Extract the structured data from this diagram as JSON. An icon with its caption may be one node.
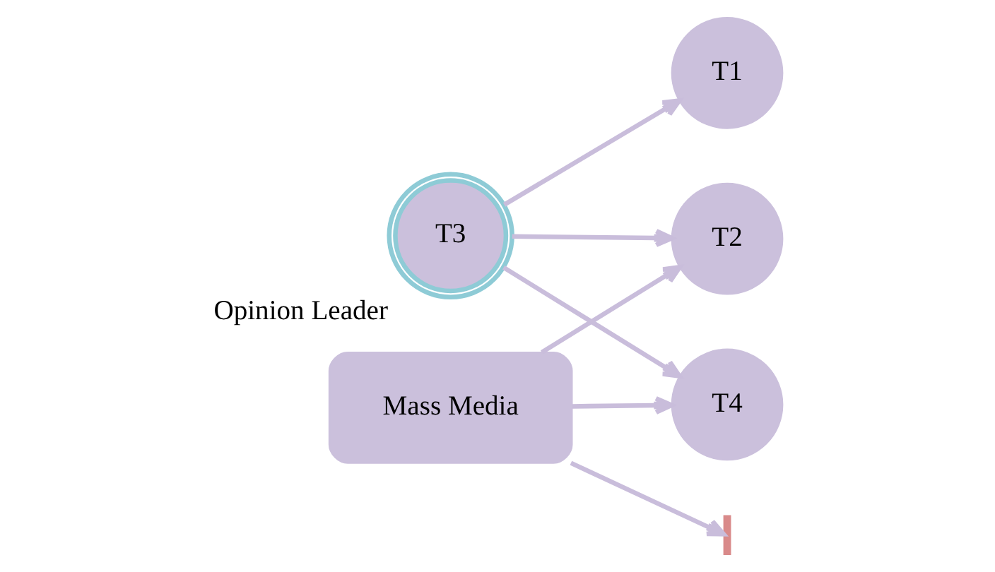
{
  "diagram": {
    "nodes": [
      {
        "text": [
          "Mass Media"
        ]
      },
      {
        "text": [
          "T1"
        ]
      },
      {
        "text": [
          "T2"
        ]
      },
      {
        "text": [
          "T3"
        ],
        "beside": [
          "Opinion Leader"
        ]
      },
      {
        "text": [
          "T4"
        ]
      },
      {
        "text": [],
        "shape": "bar"
      }
    ],
    "edges": [
      {
        "from": 0,
        "to": 5,
        "arrow": "to"
      },
      {
        "from": 0,
        "to": 2,
        "arrow": "to"
      },
      {
        "from": 0,
        "to": 4,
        "arrow": "to"
      },
      {
        "from": 3,
        "to": 1,
        "arrow": "to"
      },
      {
        "from": 3,
        "to": 2,
        "arrow": "to"
      },
      {
        "from": 3,
        "to": 4,
        "arrow": "to"
      }
    ]
  }
}
